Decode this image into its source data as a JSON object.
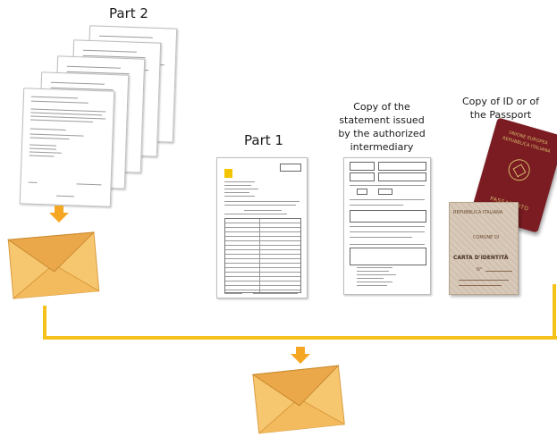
{
  "labels": {
    "part2": "Part 2",
    "part1": "Part 1",
    "statement": "Copy of the statement issued by the authorized intermediary",
    "id_passport": "Copy of ID or of the Passport"
  },
  "passport": {
    "line1": "UNIONE EUROPEA",
    "line2": "REPUBBLICA ITALIANA",
    "word": "PASSAPORTO"
  },
  "id_card": {
    "header": "REPUBBLICA ITALIANA",
    "comune": "COMUNE DI",
    "title": "CARTA D'IDENTITÀ",
    "number_prefix": "N°"
  },
  "colors": {
    "connector": "#f5c11b",
    "arrow": "#f5a623",
    "envelope_body": "#f7c770",
    "envelope_flap": "#eaa84a",
    "passport": "#7a1c22",
    "id_card": "#d8c9b8"
  }
}
